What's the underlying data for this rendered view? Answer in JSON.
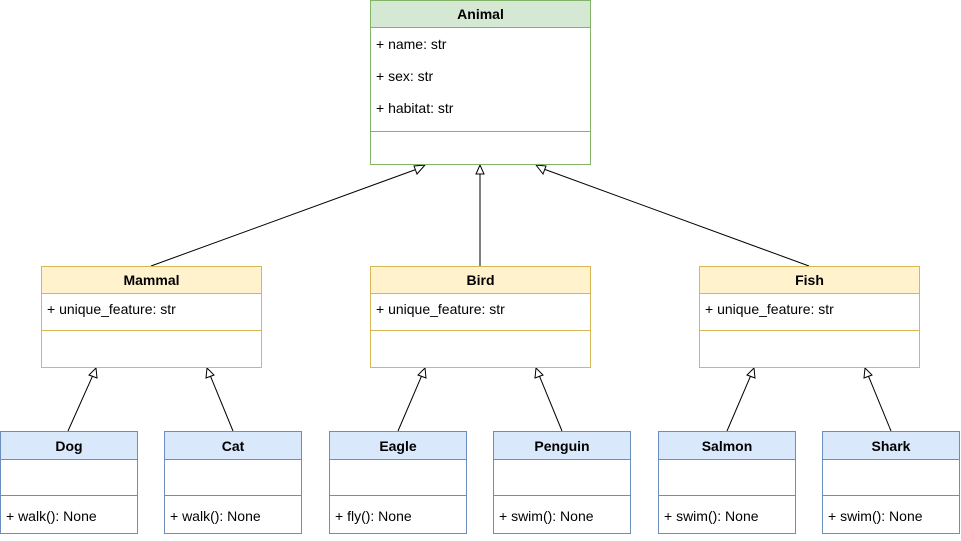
{
  "diagram": {
    "classes": {
      "animal": {
        "name": "Animal",
        "attributes": [
          "+ name: str",
          "+ sex: str",
          "+ habitat: str"
        ],
        "methods": []
      },
      "mammal": {
        "name": "Mammal",
        "attributes": [
          "+ unique_feature: str"
        ],
        "methods": []
      },
      "bird": {
        "name": "Bird",
        "attributes": [
          "+ unique_feature: str"
        ],
        "methods": []
      },
      "fish": {
        "name": "Fish",
        "attributes": [
          "+ unique_feature: str"
        ],
        "methods": []
      },
      "dog": {
        "name": "Dog",
        "attributes": [],
        "methods": [
          "+ walk(): None"
        ]
      },
      "cat": {
        "name": "Cat",
        "attributes": [],
        "methods": [
          "+ walk(): None"
        ]
      },
      "eagle": {
        "name": "Eagle",
        "attributes": [],
        "methods": [
          "+ fly(): None"
        ]
      },
      "penguin": {
        "name": "Penguin",
        "attributes": [],
        "methods": [
          "+ swim(): None"
        ]
      },
      "salmon": {
        "name": "Salmon",
        "attributes": [],
        "methods": [
          "+ swim(): None"
        ]
      },
      "shark": {
        "name": "Shark",
        "attributes": [],
        "methods": [
          "+ swim(): None"
        ]
      }
    },
    "colors": {
      "root_fill": "#d5e8d4",
      "root_stroke": "#82b366",
      "mid_fill": "#fff2cc",
      "mid_stroke": "#d6b656",
      "leaf_fill": "#dae8fc",
      "leaf_stroke": "#6c8ebf"
    },
    "inheritance": [
      {
        "child": "Mammal",
        "parent": "Animal"
      },
      {
        "child": "Bird",
        "parent": "Animal"
      },
      {
        "child": "Fish",
        "parent": "Animal"
      },
      {
        "child": "Dog",
        "parent": "Mammal"
      },
      {
        "child": "Cat",
        "parent": "Mammal"
      },
      {
        "child": "Eagle",
        "parent": "Bird"
      },
      {
        "child": "Penguin",
        "parent": "Bird"
      },
      {
        "child": "Salmon",
        "parent": "Fish"
      },
      {
        "child": "Shark",
        "parent": "Fish"
      }
    ]
  }
}
